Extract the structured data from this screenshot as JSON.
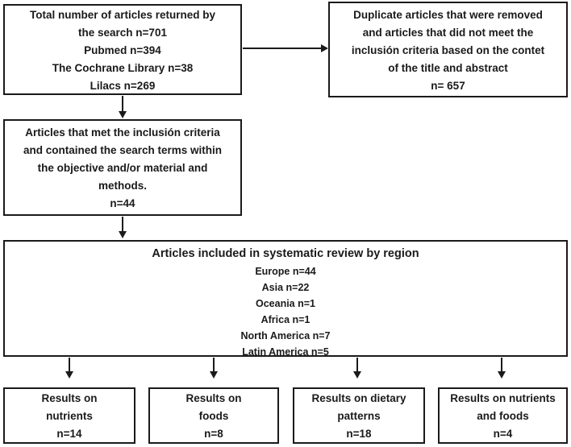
{
  "diagram": {
    "box_total": {
      "lines": [
        "Total number of articles returned by",
        "the search n=701",
        "Pubmed n=394",
        "The Cochrane Library n=38",
        "Lilacs n=269"
      ]
    },
    "box_duplicates": {
      "lines": [
        "Duplicate articles that were removed",
        "and articles that did not meet the",
        "inclusión criteria based on the contet",
        "of the title and abstract",
        "n= 657"
      ]
    },
    "box_inclusion": {
      "lines": [
        "Articles that met the inclusión criteria",
        "and contained the search terms within",
        "the objective and/or material and",
        "methods.",
        "n=44"
      ]
    },
    "box_region": {
      "title": "Articles included in systematic review by region",
      "regions": [
        "Europe n=44",
        "Asia n=22",
        "Oceania n=1",
        "Africa n=1",
        "North America n=7",
        "Latin America n=5"
      ]
    },
    "box_nutrients": {
      "lines": [
        "Results on",
        "nutrients",
        "n=14"
      ]
    },
    "box_foods": {
      "lines": [
        "Results on",
        "foods",
        "n=8"
      ]
    },
    "box_dietary": {
      "lines": [
        "Results on dietary",
        "patterns",
        "n=18"
      ]
    },
    "box_nutrients_foods": {
      "lines": [
        "Results on nutrients",
        "and foods",
        "n=4"
      ]
    },
    "colors": {
      "line": "#1a1a1a",
      "background": "#ffffff"
    }
  }
}
